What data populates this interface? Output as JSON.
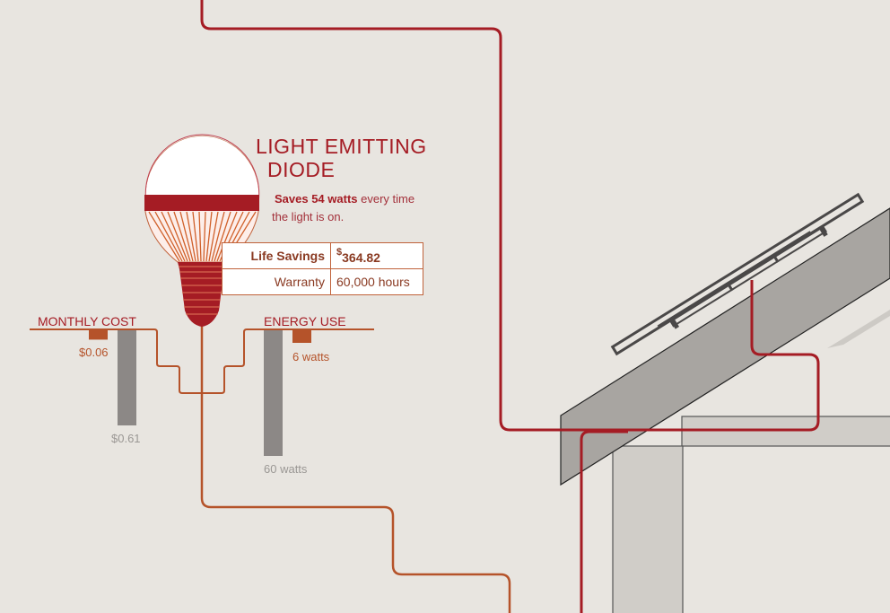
{
  "title": {
    "line1": "LIGHT EMITTING",
    "line2": "DIODE"
  },
  "description": {
    "bold": "Saves 54 watts",
    "rest1": " every time",
    "rest2": "the light is on."
  },
  "info_table": {
    "life_savings_label": "Life Savings",
    "life_savings_currency": "$",
    "life_savings_value": "364.82",
    "warranty_label": "Warranty",
    "warranty_value": "60,000 hours"
  },
  "monthly_cost": {
    "label": "MONTHLY COST",
    "led_value": "$0.06",
    "incandescent_value": "$0.61",
    "led_amount": 0.06,
    "incandescent_amount": 0.61
  },
  "energy_use": {
    "label": "ENERGY USE",
    "led_value": "6 watts",
    "incandescent_value": "60 watts",
    "led_watts": 6,
    "incandescent_watts": 60
  },
  "colors": {
    "wire_red": "#a51c24",
    "wire_orange": "#b5532a",
    "bar_gray": "#8c8886",
    "accent_orange": "#f08a24",
    "background": "#e8e5e0"
  }
}
